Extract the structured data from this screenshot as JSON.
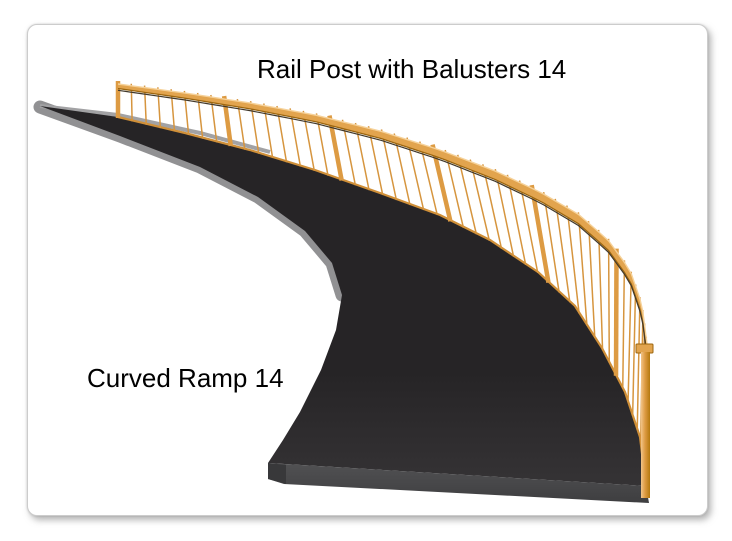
{
  "labels": {
    "title": "Rail Post with Balusters 14",
    "ramp": "Curved Ramp 14"
  },
  "render": {
    "description": "3D shaded preview of a curved ramp slab with an orange rail post and balusters along its outer edge",
    "colors": {
      "ramp_top": "#262426",
      "ramp_top_light": "#353335",
      "ramp_side": "#919193",
      "ramp_edge_gray": "#a2a2a4",
      "slab_front_light": "#515153",
      "slab_front_dark": "#3e3e40",
      "slab_end": "#38383a",
      "rail_fill": "#e2a44e",
      "rail_highlight": "#f6d29a",
      "rail_shadow": "#9c660f",
      "rail_underline": "#41382a",
      "baluster": "#d6953e",
      "post": "#dd9b43",
      "shoe": "#cf8f38",
      "end_post_light": "#f2c488",
      "end_post_dark": "#b5790f",
      "text": "#000000"
    }
  }
}
